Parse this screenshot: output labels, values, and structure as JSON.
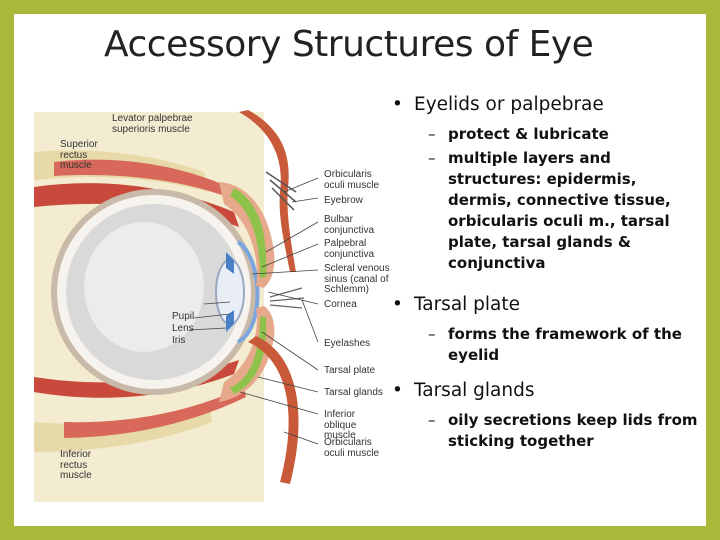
{
  "slide": {
    "title": "Accessory Structures of Eye",
    "colors": {
      "frame": "#a9b93a",
      "background": "#ffffff"
    }
  },
  "figure": {
    "labels": {
      "levator": "Levator palpebrae superioris muscle",
      "superior_rectus": "Superior rectus muscle",
      "orbicularis_top": "Orbicularis oculi muscle",
      "eyebrow": "Eyebrow",
      "bulbar_conjunctiva": "Bulbar conjunctiva",
      "palpebral_conjunctiva": "Palpebral conjunctiva",
      "scleral_venous_sinus": "Scleral venous sinus (canal of Schlemm)",
      "cornea": "Cornea",
      "pupil": "Pupil",
      "lens": "Lens",
      "iris": "Iris",
      "eyelashes": "Eyelashes",
      "tarsal_plate": "Tarsal plate",
      "tarsal_glands": "Tarsal glands",
      "inferior_oblique": "Inferior oblique muscle",
      "orbicularis_bottom": "Orbicularis oculi muscle",
      "inferior_rectus": "Inferior rectus muscle"
    }
  },
  "bullets": [
    {
      "text": "Eyelids or palpebrae",
      "subs": [
        "protect & lubricate",
        "multiple layers and structures: epidermis, dermis, connective tissue, orbicularis oculi m., tarsal plate, tarsal glands & conjunctiva"
      ]
    },
    {
      "text": "Tarsal plate",
      "subs": [
        "forms the framework of the eyelid"
      ]
    },
    {
      "text": "Tarsal glands",
      "subs": [
        "oily secretions keep lids from sticking together"
      ]
    }
  ]
}
